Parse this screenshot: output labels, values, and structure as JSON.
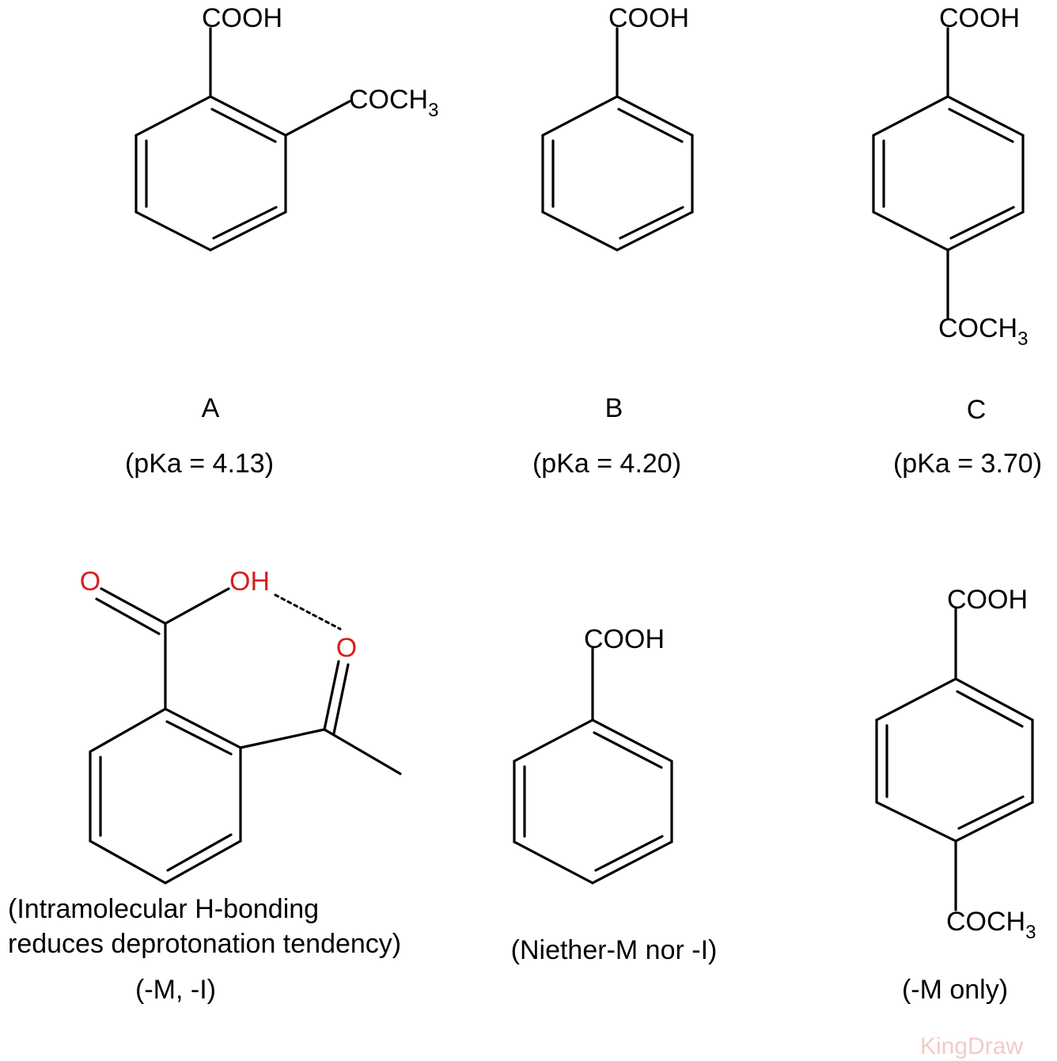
{
  "accent_colors": {
    "heteroatom": "#d62020",
    "watermark": "#f6c9c9",
    "bond": "#000000"
  },
  "compounds": {
    "A": {
      "top_group": "COOH",
      "side_group": "COCH",
      "side_sub": "3",
      "label": "A",
      "pka": "(pKa = 4.13)"
    },
    "B": {
      "top_group": "COOH",
      "label": "B",
      "pka": "(pKa = 4.20)"
    },
    "C": {
      "top_group": "COOH",
      "bottom_group": "COCH",
      "bottom_sub": "3",
      "label": "C",
      "pka": "(pKa = 3.70)"
    }
  },
  "explanations": {
    "ortho": {
      "carbonyl_o": "O",
      "hydroxyl": "OH",
      "ketone_o": "O",
      "line1": "(Intramolecular H-bonding",
      "line2": "reduces deprotonation tendency)",
      "effect": "(-M, -I)"
    },
    "unsubstituted": {
      "top_group": "COOH",
      "effect": "(Niether-M nor -I)"
    },
    "para": {
      "top_group": "COOH",
      "bottom_group": "COCH",
      "bottom_sub": "3",
      "effect": "(-M only)"
    }
  },
  "watermark": "KingDraw"
}
